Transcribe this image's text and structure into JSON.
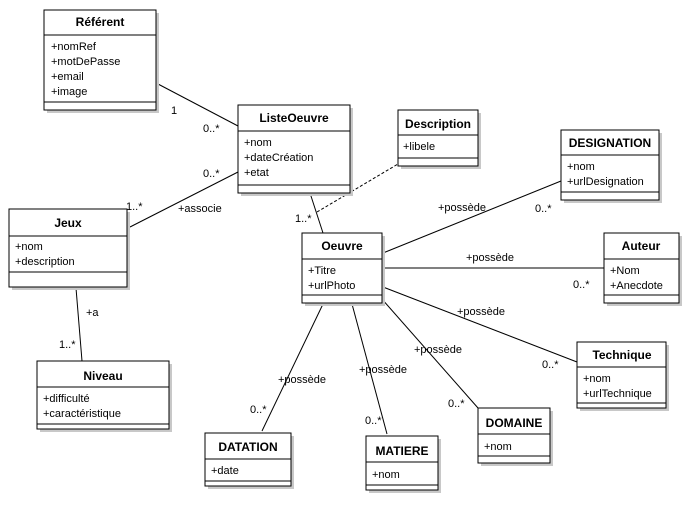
{
  "classes": {
    "referent": {
      "name": "Référent",
      "attrs": [
        "+nomRef",
        "+motDePasse",
        "+email",
        "+image"
      ]
    },
    "listeoeuvre": {
      "name": "ListeOeuvre",
      "attrs": [
        "+nom",
        "+dateCréation",
        "+etat"
      ]
    },
    "description": {
      "name": "Description",
      "attrs": [
        "+libele"
      ]
    },
    "designation": {
      "name": "DESIGNATION",
      "attrs": [
        "+nom",
        "+urlDesignation"
      ]
    },
    "jeux": {
      "name": "Jeux",
      "attrs": [
        "+nom",
        "+description"
      ]
    },
    "oeuvre": {
      "name": "Oeuvre",
      "attrs": [
        "+Titre",
        "+urlPhoto"
      ]
    },
    "auteur": {
      "name": "Auteur",
      "attrs": [
        "+Nom",
        "+Anecdote"
      ]
    },
    "niveau": {
      "name": "Niveau",
      "attrs": [
        "+difficulté",
        "+caractéristique"
      ]
    },
    "technique": {
      "name": "Technique",
      "attrs": [
        "+nom",
        "+urlTechnique"
      ]
    },
    "datation": {
      "name": "DATATION",
      "attrs": [
        "+date"
      ]
    },
    "matiere": {
      "name": "MATIERE",
      "attrs": [
        "+nom"
      ]
    },
    "domaine": {
      "name": "DOMAINE",
      "attrs": [
        "+nom"
      ]
    }
  },
  "labels": {
    "referent_mult": "1",
    "listeoeuvre_mult_ref": "0..*",
    "listeoeuvre_mult_jeux": "0..*",
    "jeux_mult": "1..*",
    "associe": "+associe",
    "a": "+a",
    "niveau_mult": "1..*",
    "oeuvre_mult_liste": "1..*",
    "possede_designation": "+possède",
    "designation_mult": "0..*",
    "possede_auteur": "+possède",
    "auteur_mult": "0..*",
    "possede_technique": "+possède",
    "technique_mult": "0..*",
    "possede_domaine": "+possède",
    "domaine_mult": "0..*",
    "possede_matiere": "+possède",
    "matiere_mult": "0..*",
    "possede_datation": "+possède",
    "datation_mult": "0..*"
  }
}
